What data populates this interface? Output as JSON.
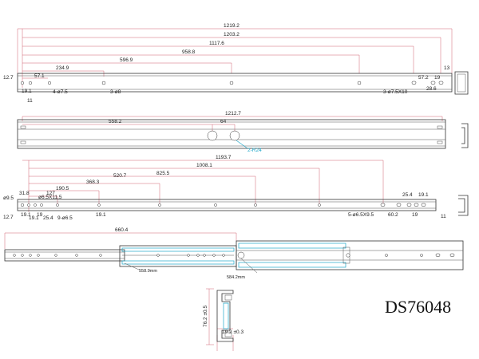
{
  "top_view": {
    "dims_h": [
      "1219.2",
      "1203.2",
      "1117.6",
      "958.8",
      "596.9",
      "234.9",
      "57.1"
    ],
    "dims_right": [
      "57.2",
      "19",
      "28.6",
      "13"
    ],
    "dims_left": [
      "12.7",
      "19.1",
      "11"
    ],
    "callouts": [
      "4-ø7.5",
      "3-ø8",
      "3-ø7.5X10"
    ]
  },
  "middle_view": {
    "dims": [
      "1212.7",
      "558.2",
      "64"
    ],
    "callout": "2-R24"
  },
  "third_view": {
    "dims_h": [
      "1193.7",
      "1008.1",
      "825.5",
      "520.7",
      "368.3",
      "190.5",
      "127",
      "31.8"
    ],
    "dims_left": [
      "ø9.5",
      "12.7",
      "19.1",
      "19.1",
      "19",
      "25.4"
    ],
    "callouts_left": [
      "ø6.5X11.5",
      "9-ø6.5"
    ],
    "dims_right": [
      "25.4",
      "19.1",
      "60.2",
      "19",
      "11"
    ],
    "callout_right": "5-ø6.5X9.5",
    "bottom_dim": "19.1"
  },
  "bottom_view": {
    "dims": [
      "660.4"
    ],
    "notes": [
      "558.9mm",
      "584.2mm"
    ]
  },
  "section": {
    "height": "76.2 ±0.5",
    "width": "19.2 ±0.3"
  },
  "model": "DS76048"
}
